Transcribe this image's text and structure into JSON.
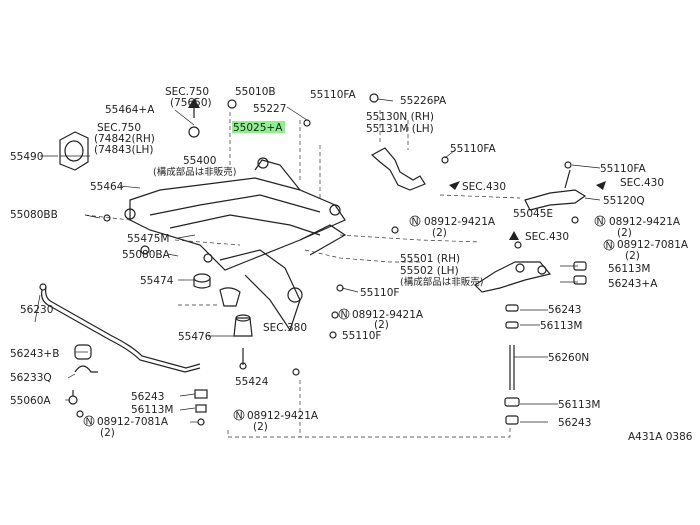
{
  "parts": {
    "sec750_top": "SEC.750",
    "sec750_top_num": "(75650)",
    "p55010B": "55010B",
    "p55110FA_top": "55110FA",
    "p55226PA": "55226PA",
    "p55464A": "55464+A",
    "p55227": "55227",
    "p55025A": "55025+A",
    "sec750_mid": "SEC.750",
    "sec750_rh": "(74842(RH)",
    "sec750_lh": "(74843(LH)",
    "p55130N": "55130N (RH)",
    "p55131M": "55131M (LH)",
    "p55490": "55490",
    "p55400": "55400",
    "p55400_note": "(構成部品は非販売)",
    "p55110FA_mid": "55110FA",
    "p55110FA_right": "55110FA",
    "p55464": "55464",
    "sec430_a": "SEC.430",
    "sec430_b": "SEC.430",
    "p55120Q": "55120Q",
    "p55080BB": "55080BB",
    "n08912_9421A_1": "08912-9421A",
    "n08912_9421A_1q": "(2)",
    "p55045E": "55045E",
    "n08912_9421A_2": "08912-9421A",
    "n08912_9421A_2q": "(2)",
    "p55475M": "55475M",
    "sec430_c": "SEC.430",
    "n08912_7081A_r": "08912-7081A",
    "n08912_7081A_rq": "(2)",
    "p55080BA": "55080BA",
    "p55501": "55501 (RH)",
    "p55502": "55502 (LH)",
    "p55502_note": "(構成部品は非販売)",
    "p56113M_r1": "56113M",
    "p55474": "55474",
    "p55110F_a": "55110F",
    "p56243A": "56243+A",
    "p56230": "56230",
    "p56243_r": "56243",
    "p56243B": "56243+B",
    "p55476": "55476",
    "sec380": "SEC.380",
    "n08912_9421A_3": "08912-9421A",
    "n08912_9421A_3q": "(2)",
    "p56113M_r2": "56113M",
    "p55110F_b": "55110F",
    "p56233Q": "56233Q",
    "p55424": "55424",
    "p56260N": "56260N",
    "p55060A": "55060A",
    "p56243_l": "56243",
    "p56113M_l": "56113M",
    "n08912_7081A_l": "08912-7081A",
    "n08912_7081A_lq": "(2)",
    "n08912_9421A_4": "08912-9421A",
    "n08912_9421A_4q": "(2)",
    "p56113M_r3": "56113M",
    "p56243_r2": "56243",
    "diagram_code": "A431A 0386"
  },
  "colors": {
    "highlight": "#8df08d",
    "ink": "#222222"
  }
}
